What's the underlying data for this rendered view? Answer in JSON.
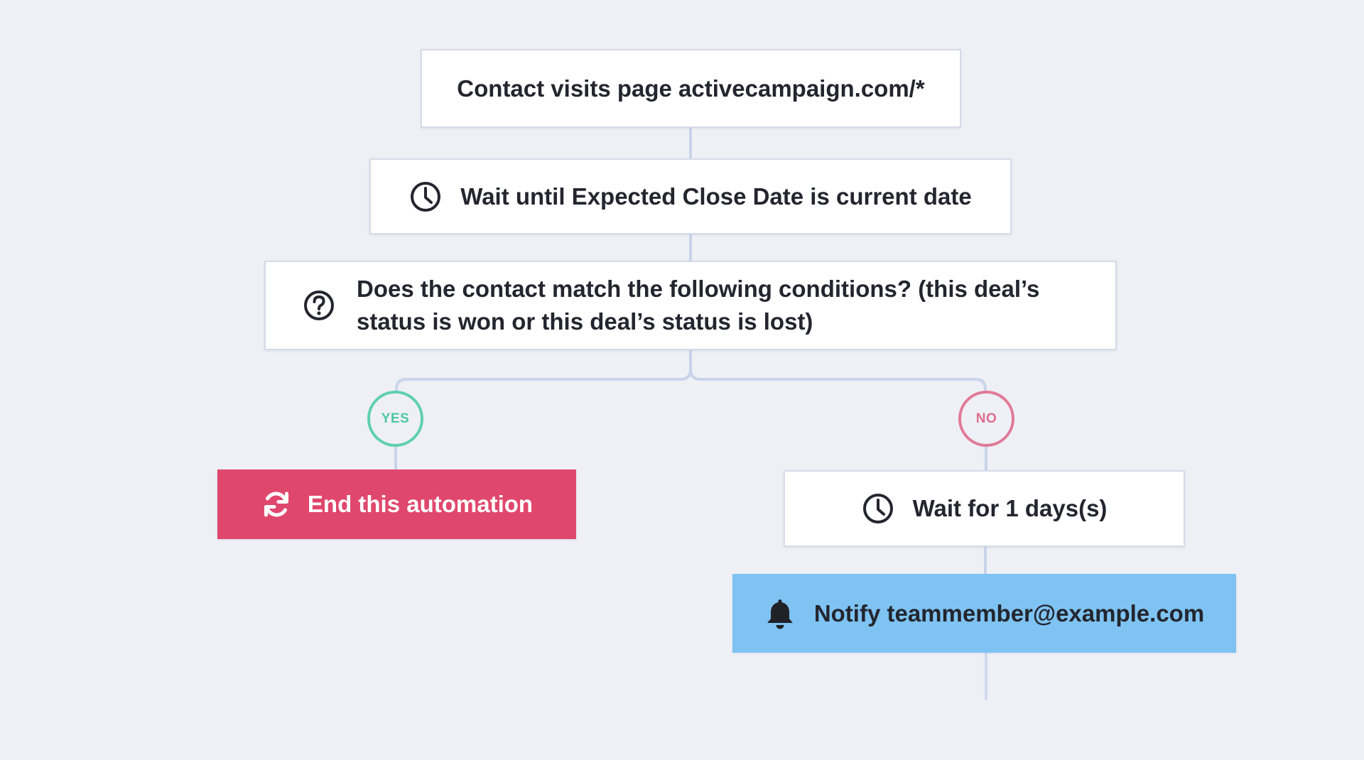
{
  "workflow": {
    "trigger": {
      "label": "Contact visits page activecampaign.com/*"
    },
    "wait_until": {
      "icon": "clock-icon",
      "label": "Wait until Expected Close Date is current date"
    },
    "condition": {
      "icon": "question-circle-icon",
      "line1": "Does the contact match the following conditions? (this deal’s",
      "line2": "status is won or this deal’s status is lost)"
    },
    "branches": {
      "yes": {
        "label": "YES",
        "color": "#5fcfb0",
        "action": {
          "icon": "refresh-icon",
          "label": "End this automation",
          "color": "#e0476c"
        }
      },
      "no": {
        "label": "NO",
        "color": "#e07a96",
        "wait": {
          "icon": "clock-icon",
          "label": "Wait for 1 days(s)"
        },
        "notify": {
          "icon": "bell-icon",
          "label": "Notify teammember@example.com",
          "color": "#7fc3f3"
        }
      }
    }
  },
  "colors": {
    "background": "#eef0f6",
    "connector": "#c9d4ea"
  }
}
